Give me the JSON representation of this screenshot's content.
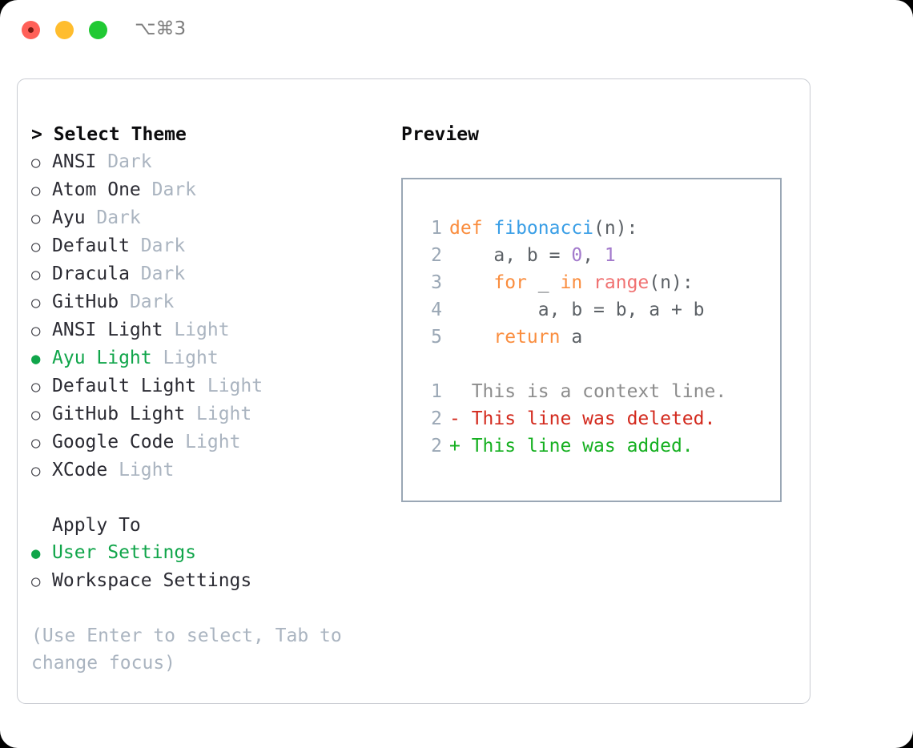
{
  "titlebar": {
    "shortcut": "⌥⌘3",
    "buttons": [
      "close",
      "minimize",
      "maximize"
    ]
  },
  "left": {
    "title": "> Select Theme",
    "themes": [
      {
        "bullet": "○",
        "name": "ANSI",
        "variant": "Dark",
        "selected": false
      },
      {
        "bullet": "○",
        "name": "Atom One",
        "variant": "Dark",
        "selected": false
      },
      {
        "bullet": "○",
        "name": "Ayu",
        "variant": "Dark",
        "selected": false
      },
      {
        "bullet": "○",
        "name": "Default",
        "variant": "Dark",
        "selected": false
      },
      {
        "bullet": "○",
        "name": "Dracula",
        "variant": "Dark",
        "selected": false
      },
      {
        "bullet": "○",
        "name": "GitHub",
        "variant": "Dark",
        "selected": false
      },
      {
        "bullet": "○",
        "name": "ANSI Light",
        "variant": "Light",
        "selected": false
      },
      {
        "bullet": "●",
        "name": "Ayu Light",
        "variant": "Light",
        "selected": true
      },
      {
        "bullet": "○",
        "name": "Default Light",
        "variant": "Light",
        "selected": false
      },
      {
        "bullet": "○",
        "name": "GitHub Light",
        "variant": "Light",
        "selected": false
      },
      {
        "bullet": "○",
        "name": "Google Code",
        "variant": "Light",
        "selected": false
      },
      {
        "bullet": "○",
        "name": "XCode",
        "variant": "Light",
        "selected": false
      }
    ],
    "apply_to_title": "Apply To",
    "apply_to": [
      {
        "bullet": "●",
        "name": "User Settings",
        "selected": true
      },
      {
        "bullet": "○",
        "name": "Workspace Settings",
        "selected": false
      }
    ],
    "hint": "(Use Enter to select, Tab to change focus)"
  },
  "right": {
    "title": "Preview",
    "code_lines": [
      {
        "n": "1",
        "tokens": [
          {
            "t": "def ",
            "c": "kw"
          },
          {
            "t": "fibonacci",
            "c": "fn"
          },
          {
            "t": "(n):",
            "c": "punc"
          }
        ]
      },
      {
        "n": "2",
        "tokens": [
          {
            "t": "    a, b = ",
            "c": "txt"
          },
          {
            "t": "0",
            "c": "num"
          },
          {
            "t": ", ",
            "c": "txt"
          },
          {
            "t": "1",
            "c": "num"
          }
        ]
      },
      {
        "n": "3",
        "tokens": [
          {
            "t": "    ",
            "c": "txt"
          },
          {
            "t": "for",
            "c": "kw"
          },
          {
            "t": " _ ",
            "c": "txt"
          },
          {
            "t": "in",
            "c": "kw"
          },
          {
            "t": " ",
            "c": "txt"
          },
          {
            "t": "range",
            "c": "call"
          },
          {
            "t": "(n):",
            "c": "punc"
          }
        ]
      },
      {
        "n": "4",
        "tokens": [
          {
            "t": "        a, b = b, a + b",
            "c": "txt"
          }
        ]
      },
      {
        "n": "5",
        "tokens": [
          {
            "t": "    ",
            "c": "txt"
          },
          {
            "t": "return",
            "c": "kw"
          },
          {
            "t": " a",
            "c": "txt"
          }
        ]
      }
    ],
    "diff_lines": [
      {
        "n": "1",
        "marker": " ",
        "text": " This is a context line.",
        "kind": "ctx"
      },
      {
        "n": "2",
        "marker": "-",
        "text": " This line was deleted.",
        "kind": "del"
      },
      {
        "n": "2",
        "marker": "+",
        "text": " This line was added.",
        "kind": "add"
      }
    ]
  },
  "colors": {
    "accent_green": "#10a54a",
    "keyword_orange": "#fa8d3e",
    "function_blue": "#399ee6",
    "number_purple": "#a37acc",
    "call_red": "#f07171",
    "diff_delete": "#d32a1e",
    "diff_add": "#16b021",
    "muted": "#aab4c0",
    "border": "#9aa7b5"
  }
}
